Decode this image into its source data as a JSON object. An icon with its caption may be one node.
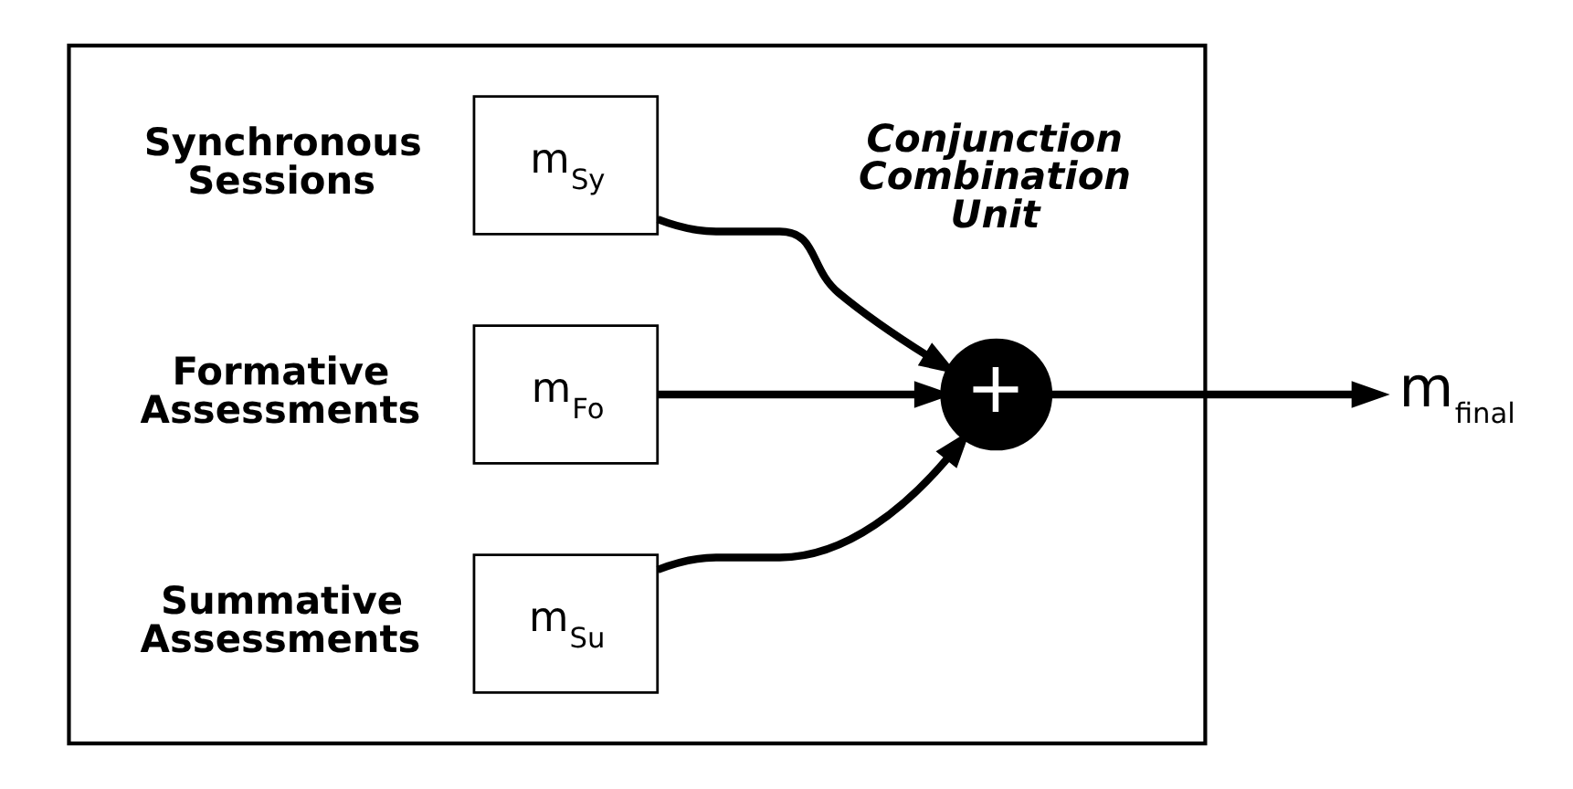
{
  "diagram": {
    "nodes": [
      {
        "text": [],
        "shape": "box"
      },
      {
        "text": [
          "m$_{Sy}$"
        ],
        "in": 0,
        "beside": [
          "Synchronous Sessions"
        ]
      },
      {
        "text": [
          "m$_{Fo}$"
        ],
        "in": 0,
        "beside": [
          "Formative Assessments"
        ]
      },
      {
        "text": [
          "m$_{Su}$"
        ],
        "in": 0,
        "beside": [
          "Summative Assessments"
        ]
      },
      {
        "text": [
          "+"
        ],
        "in": 0,
        "beside": [
          "Conjunction Combination Unit"
        ]
      },
      {
        "text": [
          "m$_{final}$"
        ]
      }
    ],
    "edges": [
      {
        "from": 1,
        "to": 4,
        "arrow": "to"
      },
      {
        "from": 2,
        "to": 4,
        "arrow": "to"
      },
      {
        "from": 3,
        "to": 4,
        "arrow": "to"
      },
      {
        "from": 4,
        "to": 5,
        "arrow": "to"
      }
    ]
  }
}
